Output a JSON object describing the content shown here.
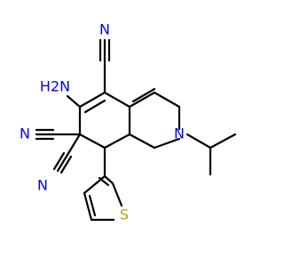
{
  "molecule": {
    "atoms": {
      "nitrile_top": "N",
      "amino": "H2N",
      "nitrile_left": "N",
      "nitrile_bottom": "N",
      "ring_n": "N",
      "thiophene_s": "S"
    },
    "colors": {
      "bond": "#000000",
      "nitrogen": "#0000ff",
      "sulfur": "#b8a100",
      "background": "#ffffff"
    }
  }
}
